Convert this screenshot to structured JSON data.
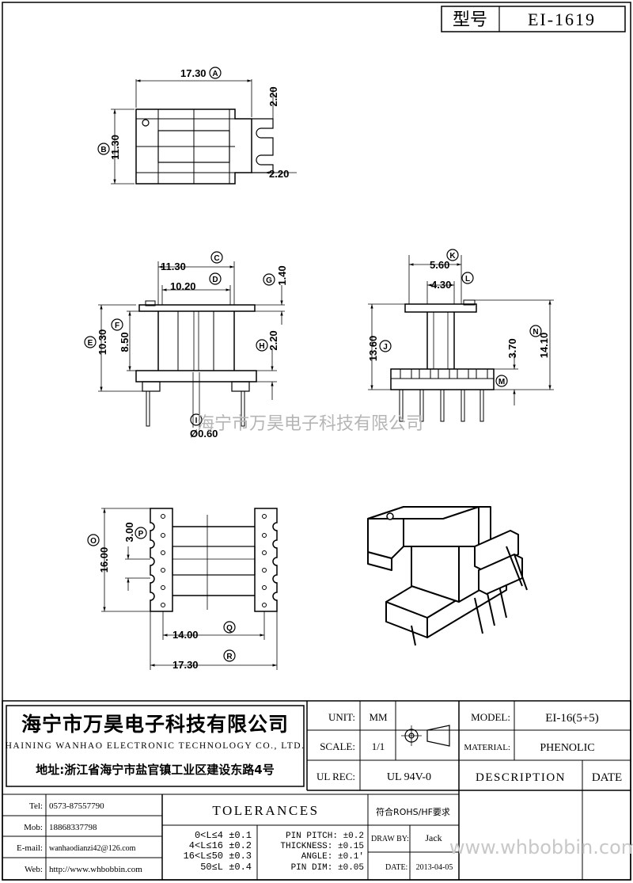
{
  "header": {
    "model_label": "型号",
    "model_value": "EI-1619"
  },
  "watermark": "海宁市万昊电子科技有限公司",
  "views": {
    "top": {
      "dim_length": "17.30",
      "dim_width": "11.30",
      "dim_slot_top": "2.20",
      "dim_slot_bottom": "2.20",
      "label_A": "A",
      "label_B": "B"
    },
    "front": {
      "dim_C": "11.30",
      "dim_D": "10.20",
      "dim_G": "1.40",
      "dim_F": "8.50",
      "dim_E": "10.30",
      "dim_H": "2.20",
      "dim_I": "Ø0.60",
      "label_C": "C",
      "label_D": "D",
      "label_E": "E",
      "label_F": "F",
      "label_G": "G",
      "label_H": "H",
      "label_I": "I"
    },
    "side": {
      "dim_K": "5.60",
      "dim_L": "4.30",
      "dim_J": "13.60",
      "dim_N": "14.10",
      "dim_M": "3.70",
      "label_J": "J",
      "label_K": "K",
      "label_L": "L",
      "label_M": "M",
      "label_N": "N"
    },
    "bottom": {
      "dim_O": "16.00",
      "dim_P": "3.00",
      "dim_Q": "14.00",
      "dim_R": "17.30",
      "label_O": "O",
      "label_P": "P",
      "label_Q": "Q",
      "label_R": "R"
    }
  },
  "title_block": {
    "company_cn": "海宁市万昊电子科技有限公司",
    "company_en": "HAINING WANHAO ELECTRONIC TECHNOLOGY CO., LTD.",
    "address": "地址:浙江省海宁市盐官镇工业区建设东路4号",
    "unit_label": "UNIT:",
    "unit_value": "MM",
    "scale_label": "SCALE:",
    "scale_value": "1/1",
    "ul_label": "UL REC:",
    "ul_value": "UL 94V-0",
    "model_label": "MODEL:",
    "model_value": "EI-16(5+5)",
    "material_label": "MATERIAL:",
    "material_value": "PHENOLIC",
    "description_label": "DESCRIPTION",
    "date_header": "DATE",
    "tel_label": "Tel:",
    "tel_value": "0573-87557790",
    "mob_label": "Mob:",
    "mob_value": "18868337798",
    "email_label": "E-mail:",
    "email_value": "wanhaodianzi42@126.com",
    "web_label": "Web:",
    "web_value": "http://www.whbobbin.com",
    "tolerances_title": "TOLERANCES",
    "rohs": "符合ROHS/HF要求",
    "tol_rows": [
      "0<L≤4 ±0.1",
      "4<L≤16 ±0.2",
      "16<L≤50 ±0.3",
      "50≤L ±0.4"
    ],
    "tol_rows2": [
      "PIN PITCH: ±0.2",
      "THICKNESS: ±0.15",
      "ANGLE: ±0.1'",
      "PIN DIM: ±0.05"
    ],
    "draw_by_label": "DRAW BY:",
    "draw_by_value": "Jack",
    "date_label": "DATE:",
    "date_value": "2013-04-05",
    "website_watermark": "www.whbobbin.com"
  }
}
